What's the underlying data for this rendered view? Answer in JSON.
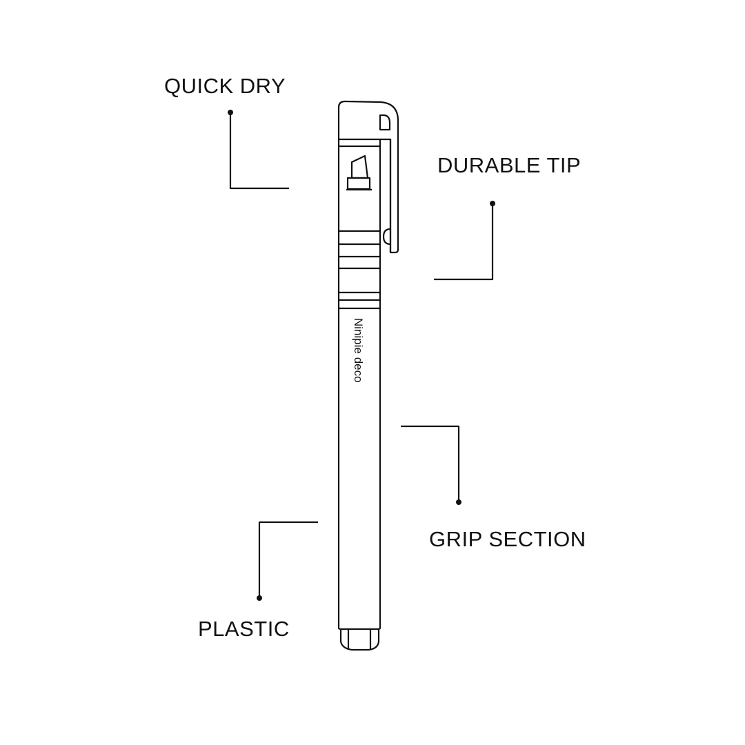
{
  "labels": {
    "quick_dry": "QUICK DRY",
    "durable_tip": "DURABLE TIP",
    "grip_section": "GRIP SECTION",
    "plastic": "PLASTIC"
  },
  "pen": {
    "brand_text": "Ninipie deco"
  },
  "colors": {
    "ink": "#111111",
    "background": "#ffffff"
  }
}
